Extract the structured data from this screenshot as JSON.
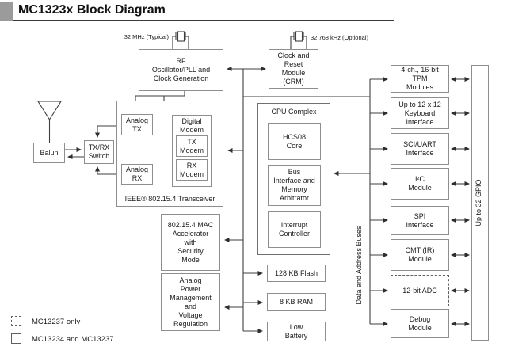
{
  "title": "MC1323x Block Diagram",
  "annotations": {
    "xtal_32mhz": "32 MHz (Typical)",
    "xtal_32khz": "32.768 kHz (Optional)",
    "transceiver_label": "IEEE® 802.15.4 Transceiver",
    "cpu_label": "CPU Complex",
    "digital_modem_label": "Digital\nModem",
    "data_bus_label": "Data and Address Buses"
  },
  "blocks": {
    "rf": "RF\nOscillator/PLL and\nClock Generation",
    "crm": "Clock and\nReset\nModule\n(CRM)",
    "balun": "Balun",
    "txrx_switch": "TX/RX\nSwitch",
    "analog_tx": "Analog\nTX",
    "analog_rx": "Analog\nRX",
    "tx_modem": "TX\nModem",
    "rx_modem": "RX\nModem",
    "hcs08": "HCS08\nCore",
    "bus_interface": "Bus\nInterface and\nMemory\nArbitrator",
    "interrupt": "Interrupt\nController",
    "mac": "802.15.4 MAC\nAccelerator\nwith\nSecurity\nMode",
    "power": "Analog\nPower\nManagement\nand\nVoltage\nRegulation",
    "flash": "128 KB Flash",
    "ram": "8 KB RAM",
    "low_battery": "Low\nBattery",
    "tpm": "4-ch., 16-bit\nTPM\nModules",
    "keyboard": "Up to 12 x 12\nKeyboard\nInterface",
    "sci_uart": "SCI/UART\nInterface",
    "i2c": "I²C\nModule",
    "spi": "SPI\nInterface",
    "cmt": "CMT (IR)\nModule",
    "adc": "12-bit ADC",
    "debug": "Debug\nModule",
    "gpio": "Up to 32 GPIO"
  },
  "legend": [
    {
      "style": "dashed",
      "label": "MC13237 only"
    },
    {
      "style": "solid",
      "label": "MC13234 and MC13237"
    }
  ],
  "colors": {
    "box_border": "#8e8e8e",
    "line": "#3f3f3f",
    "title_square": "#9b9b9b"
  }
}
